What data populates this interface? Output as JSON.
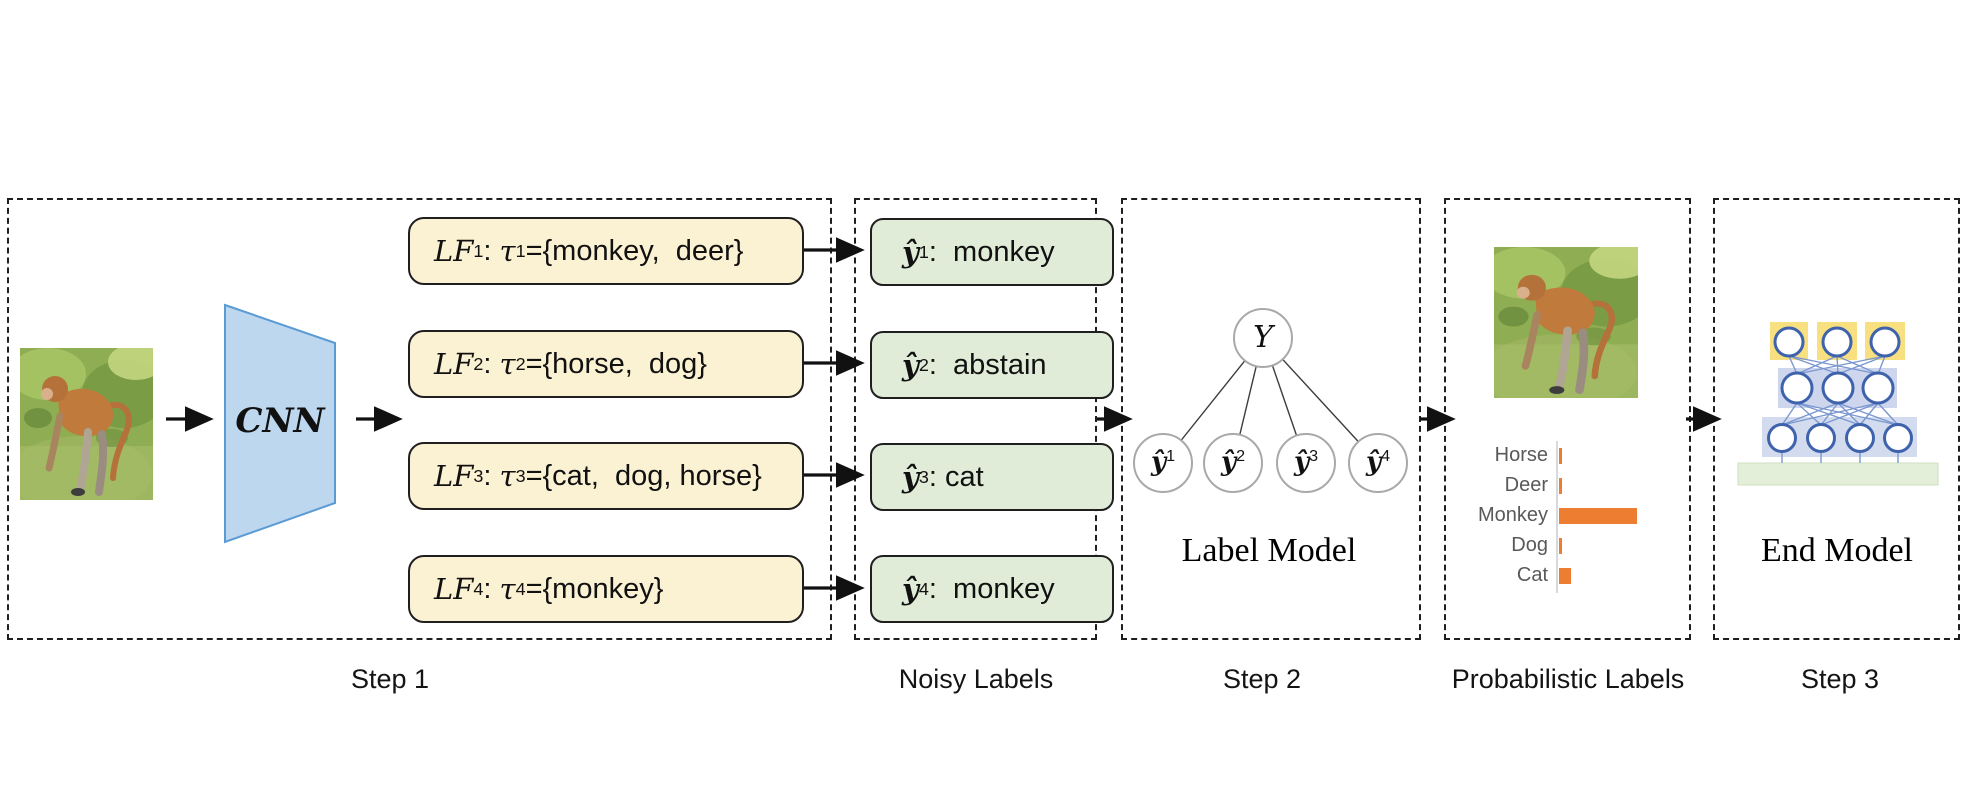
{
  "figure": {
    "step1_caption": "Step 1",
    "noisy_caption": "Noisy Labels",
    "step2_caption": "Step 2",
    "prob_caption": "Probabilistic Labels",
    "step3_caption": "Step 3"
  },
  "step1": {
    "cnn_label": "CNN",
    "lfs": [
      {
        "name": "LF",
        "idx": "1",
        "sep": ": ",
        "tau": "τ",
        "idx2": "1",
        "set": "={monkey,  deer}"
      },
      {
        "name": "LF",
        "idx": "2",
        "sep": ": ",
        "tau": "τ",
        "idx2": "2",
        "set": "={horse,  dog}"
      },
      {
        "name": "LF",
        "idx": "3",
        "sep": ": ",
        "tau": "τ",
        "idx2": "3",
        "set": "={cat,  dog, horse}"
      },
      {
        "name": "LF",
        "idx": "4",
        "sep": ": ",
        "tau": "τ",
        "idx2": "4",
        "set": "={monkey}"
      }
    ]
  },
  "noisy": {
    "items": [
      {
        "yhat": "ŷ",
        "sup": "1",
        "label": ":  monkey"
      },
      {
        "yhat": "ŷ",
        "sup": "2",
        "label": ":  abstain"
      },
      {
        "yhat": "ŷ",
        "sup": "3",
        "label": ": cat"
      },
      {
        "yhat": "ŷ",
        "sup": "4",
        "label": ":  monkey"
      }
    ]
  },
  "label_model": {
    "caption": "Label Model",
    "root": "Y",
    "nodes": [
      {
        "yhat": "ŷ",
        "sup": "1"
      },
      {
        "yhat": "ŷ",
        "sup": "2"
      },
      {
        "yhat": "ŷ",
        "sup": "3"
      },
      {
        "yhat": "ŷ",
        "sup": "4"
      }
    ]
  },
  "chart_data": {
    "type": "bar",
    "orientation": "horizontal",
    "categories": [
      "Horse",
      "Deer",
      "Monkey",
      "Dog",
      "Cat"
    ],
    "values": [
      0.02,
      0.02,
      0.8,
      0.02,
      0.12
    ],
    "title": "",
    "xlabel": "",
    "ylabel": "",
    "xlim": [
      0,
      1
    ],
    "grid": false,
    "legend": false,
    "bar_color": "#ED7D31",
    "label_color": "#595959",
    "axis_color": "#D9D9D9"
  },
  "end_model": {
    "caption": "End Model"
  }
}
